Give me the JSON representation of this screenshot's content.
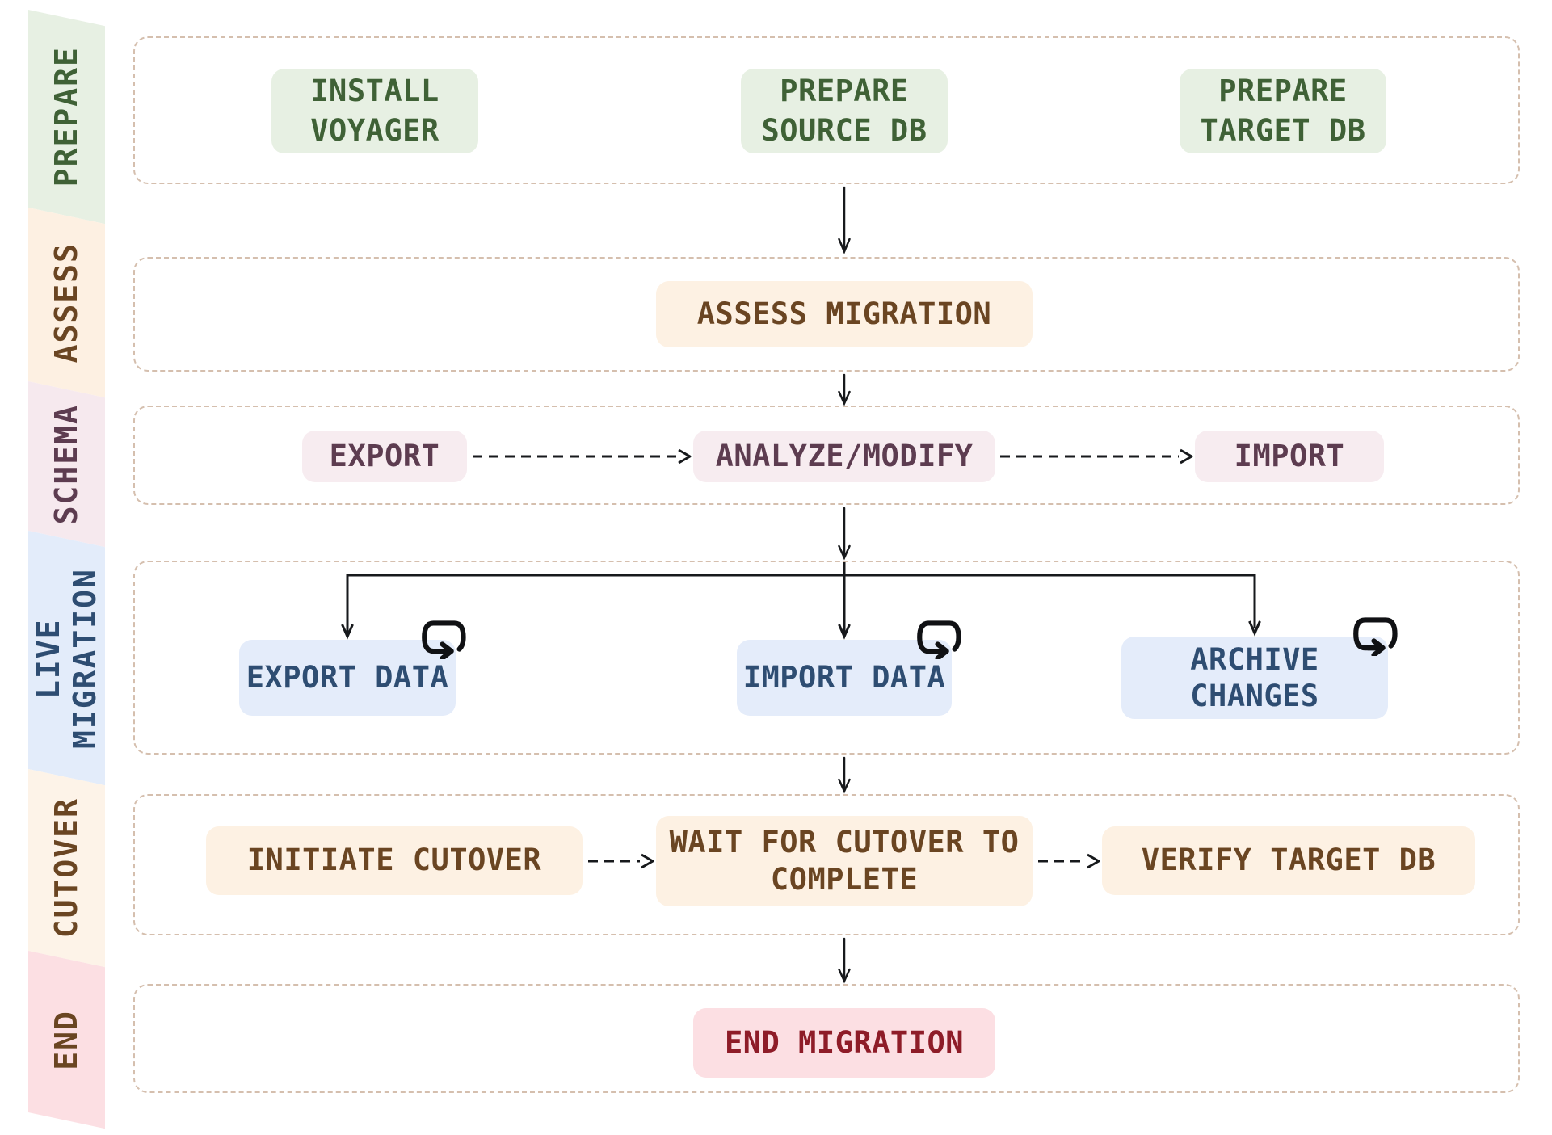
{
  "sidebar": {
    "phases": [
      {
        "id": "prepare",
        "label": "PREPARE",
        "bg": "#e7f0e3",
        "fg": "#3f6136"
      },
      {
        "id": "assess",
        "label": "ASSESS",
        "bg": "#fdf0e2",
        "fg": "#6a4522"
      },
      {
        "id": "schema",
        "label": "SCHEMA",
        "bg": "#f6e9ee",
        "fg": "#5d3c50"
      },
      {
        "id": "live-migration",
        "label": "LIVE\nMIGRATION",
        "bg": "#e3ecfa",
        "fg": "#2e4d72"
      },
      {
        "id": "cutover",
        "label": "CUTOVER",
        "bg": "#fdf3e8",
        "fg": "#6a4522"
      },
      {
        "id": "end",
        "label": "END",
        "bg": "#fcdfe3",
        "fg": "#6a4522"
      }
    ]
  },
  "boxes": {
    "install": {
      "label": "INSTALL\nVOYAGER",
      "bg": "#e7f0e3",
      "fg": "#3f6136"
    },
    "prepare_source": {
      "label": "PREPARE\nSOURCE DB",
      "bg": "#e7f0e3",
      "fg": "#3f6136"
    },
    "prepare_target": {
      "label": "PREPARE\nTARGET DB",
      "bg": "#e7f0e3",
      "fg": "#3f6136"
    },
    "assess": {
      "label": "ASSESS MIGRATION",
      "bg": "#fdf1e3",
      "fg": "#6a4522"
    },
    "export_schema": {
      "label": "EXPORT",
      "bg": "#f7ecf0",
      "fg": "#5d3c50"
    },
    "analyze_modify": {
      "label": "ANALYZE/MODIFY",
      "bg": "#f7ecf0",
      "fg": "#5d3c50"
    },
    "import_schema": {
      "label": "IMPORT",
      "bg": "#f7ecf0",
      "fg": "#5d3c50"
    },
    "export_data": {
      "label": "EXPORT DATA",
      "bg": "#e4ecfa",
      "fg": "#2e4d72",
      "icon": "loop-repeat-icon"
    },
    "import_data": {
      "label": "IMPORT DATA",
      "bg": "#e4ecfa",
      "fg": "#2e4d72",
      "icon": "loop-repeat-icon"
    },
    "archive_changes": {
      "label": "ARCHIVE\nCHANGES",
      "bg": "#e4ecfa",
      "fg": "#2e4d72",
      "icon": "loop-repeat-icon"
    },
    "initiate_cutover": {
      "label": "INITIATE CUTOVER",
      "bg": "#fdf1e3",
      "fg": "#6a4522"
    },
    "wait_cutover": {
      "label": "WAIT FOR CUTOVER TO\nCOMPLETE",
      "bg": "#fdf1e3",
      "fg": "#6a4522"
    },
    "verify_target": {
      "label": "VERIFY TARGET DB",
      "bg": "#fdf1e3",
      "fg": "#6a4522"
    },
    "end_migration": {
      "label": "END MIGRATION",
      "bg": "#fcdfe3",
      "fg": "#8e1c28"
    }
  },
  "colors": {
    "row_border": "#d5bfae",
    "connector": "#17191c",
    "background": "#ffffff"
  }
}
